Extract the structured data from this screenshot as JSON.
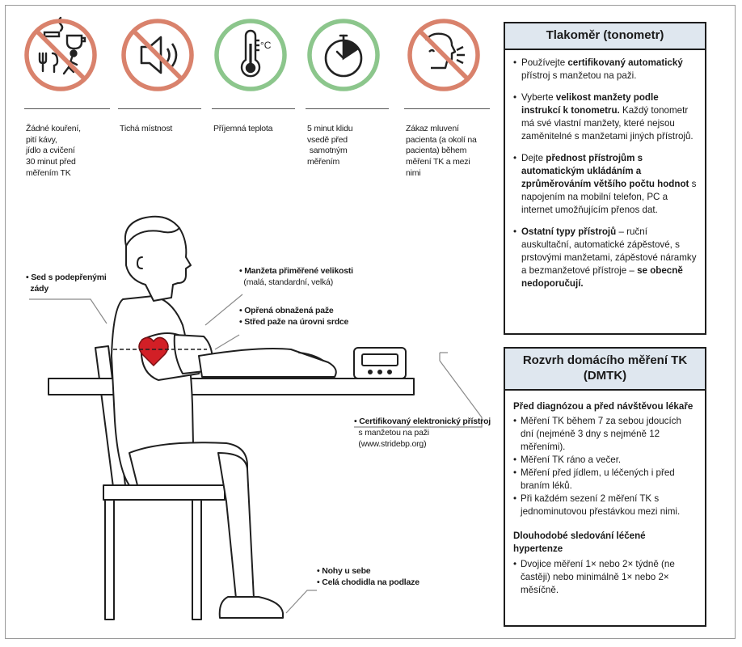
{
  "prep_items": [
    {
      "icon": "no-smoking-coffee-food-exercise-icon",
      "caption_lines": [
        "Žádné kouření,",
        "pití kávy,",
        "jídlo a cvičení",
        "30 minut před",
        "měřením TK"
      ]
    },
    {
      "icon": "no-sound-icon",
      "caption_lines": [
        "Tichá místnost"
      ]
    },
    {
      "icon": "thermometer-icon",
      "caption_lines": [
        "Příjemná teplota"
      ]
    },
    {
      "icon": "timer-icon",
      "caption_lines": [
        "5 minut klidu",
        "vsedě před",
        " samotným",
        "měřením"
      ]
    },
    {
      "icon": "no-talking-icon",
      "caption_lines": [
        "Zákaz mluvení",
        "pacienta (a okolí na",
        "pacienta)  během",
        "měření TK a mezi",
        "nimi"
      ]
    }
  ],
  "thermometer_unit": "°C",
  "figure_labels": {
    "back": [
      "• Sed s podepřenými",
      "  zády"
    ],
    "cuff": [
      "• Manžeta přiměřené velikosti",
      "  (malá, standardní, velká)"
    ],
    "arm": [
      "• Opřená obnažená paže",
      "• Střed paže na úrovni srdce"
    ],
    "device": [
      "• Certifikovaný elektronický přístroj",
      "  s manžetou na paži",
      "  (www.stridebp.org)"
    ],
    "legs": [
      "• Nohy u sebe",
      "• Celá chodidla na podlaze"
    ]
  },
  "tonometer_box": {
    "title": "Tlakoměr (tonometr)",
    "bullets": [
      [
        {
          "t": "Používejte ",
          "b": false
        },
        {
          "t": "certifikovaný automatický",
          "b": true
        },
        {
          "t": " přístroj s manžetou na paži.",
          "b": false
        }
      ],
      [
        {
          "t": "Vyberte ",
          "b": false
        },
        {
          "t": "velikost manžety podle instrukcí k tonometru.",
          "b": true
        },
        {
          "t": " Každý tonometr má své vlastní manžety, které nejsou zaměnitelné s manžetami jiných přístrojů.",
          "b": false
        }
      ],
      [
        {
          "t": "Dejte ",
          "b": false
        },
        {
          "t": "přednost přístrojům s automatickým ukládáním a zprůměrováním většího počtu hodnot",
          "b": true
        },
        {
          "t": " s napojením na mobilní telefon, PC a internet  umožňujícím přenos dat.",
          "b": false
        }
      ],
      [
        {
          "t": "Ostatní typy přístrojů",
          "b": true
        },
        {
          "t": " – ruční auskultační, automatické zápěstové, s prstovými manžetami, zápěstové náramky a bezmanžetové přístroje – ",
          "b": false
        },
        {
          "t": "se obecně nedoporučují.",
          "b": true
        }
      ]
    ]
  },
  "schedule_box": {
    "title": "Rozvrh domácího měření TK (DMTK)",
    "section1_title": "Před diagnózou a před návštěvou lékaře",
    "section1_items": [
      "Měření TK během 7 za sebou jdoucích dní (nejméně 3 dny s nejméně 12 měřeními).",
      "Měření TK ráno a večer.",
      "Měření před jídlem, u léčených i před braním léků.",
      "Při každém sezení 2 měření TK s jednominutovou přestávkou mezi nimi."
    ],
    "section2_title": "Dlouhodobé sledování léčené hypertenze",
    "section2_items": [
      "Dvojice měření 1× nebo 2× týdně (ne častěji) nebo minimálně 1× nebo 2× měsíčně."
    ]
  },
  "colors": {
    "prohibited": "#d9826c",
    "allowed": "#8cc68c",
    "heart": "#d21f26",
    "box_header": "#dfe7ef"
  }
}
